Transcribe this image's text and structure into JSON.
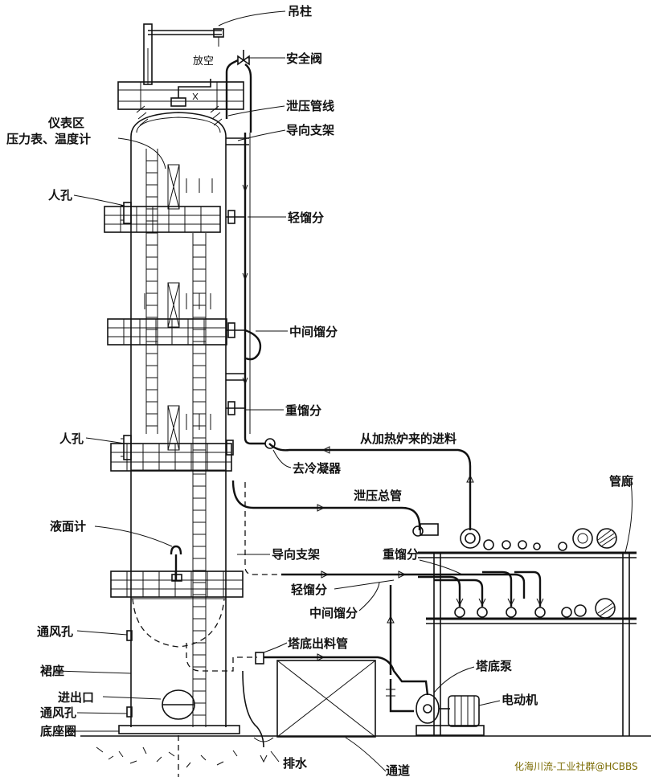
{
  "labels": {
    "crane_post": "吊柱",
    "vent": "放空",
    "safety_valve": "安全阀",
    "relief_line": "泄压管线",
    "instrument_zone": "仪表区",
    "instrument_detail": "压力表、温度计",
    "guide_support_top": "导向支架",
    "manhole_top": "人孔",
    "light_cut": "轻馏分",
    "middle_cut": "中间馏分",
    "heavy_cut": "重馏分",
    "manhole_mid": "人孔",
    "feed_from_furnace": "从加热炉来的进料",
    "to_condenser": "去冷凝器",
    "pipe_rack": "管廊",
    "relief_header": "泄压总管",
    "level_gauge": "液面计",
    "guide_support_bottom": "导向支架",
    "heavy_cut_2": "重馏分",
    "light_cut_2": "轻馏分",
    "middle_cut_2": "中间馏分",
    "vent_hole_top": "通风孔",
    "bottoms_outlet_pipe": "塔底出料管",
    "skirt": "裙座",
    "bottoms_pump": "塔底泵",
    "access_port": "进出口",
    "motor": "电动机",
    "vent_hole_bottom": "通风孔",
    "base_ring": "底座圈",
    "drain": "排水",
    "trench": "通道"
  },
  "watermark": "化海川流-工业社群@HCBBS"
}
